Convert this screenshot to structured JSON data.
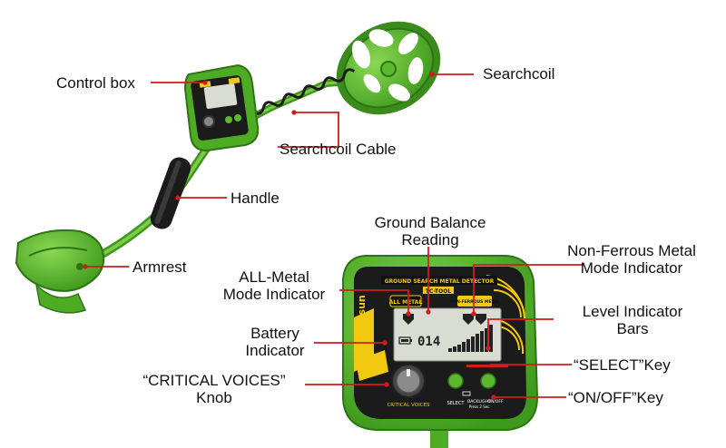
{
  "callouts": {
    "control_box": "Control box",
    "searchcoil": "Searchcoil",
    "searchcoil_cable": "Searchcoil Cable",
    "handle": "Handle",
    "armrest": "Armrest",
    "ground_balance": [
      "Ground Balance",
      "Reading"
    ],
    "non_ferrous": [
      "Non-Ferrous Metal",
      "Mode Indicator"
    ],
    "all_metal": [
      "ALL-Metal",
      "Mode Indicator"
    ],
    "level_bars": [
      "Level Indicator",
      "Bars"
    ],
    "battery": [
      "Battery",
      "Indicator"
    ],
    "select_key": "“SELECT”Key",
    "critical_voices": [
      "“CRITICAL VOICES”",
      "Knob"
    ],
    "on_off_key": "“ON/OFF”Key"
  },
  "device": {
    "brand": "allosun",
    "header": "GROUND SEARCH METAL DETECTOR",
    "model": "TC-TOOL",
    "all_metal_tag": "ALL METAL",
    "non_ferrous_tag": "NON-FERROUS METAL",
    "reading": "014",
    "knob_label": "CRITICAL VOICES",
    "select_label": "SELECT",
    "backlight_label": "BACKLIGHT",
    "backlight_sub": "Press 2 Sec",
    "on_off_label": "ON/OFF"
  },
  "colors": {
    "body_green": "#5cb82e",
    "dark_green": "#3a8a1c",
    "leader_red": "#d11c1c",
    "panel_black": "#1b1b1b",
    "accent_yellow": "#f2c811",
    "lcd": "#d9dcd2"
  }
}
